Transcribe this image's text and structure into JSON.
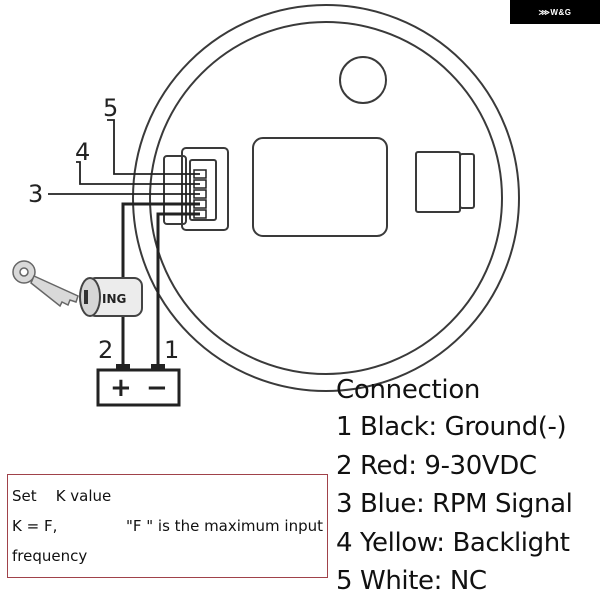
{
  "brand": {
    "label": "W&G"
  },
  "diagram": {
    "wire_numbers": [
      "5",
      "4",
      "3",
      "2",
      "1"
    ],
    "ignition_label": "ING",
    "battery_plus": "+",
    "battery_minus": "−"
  },
  "connection": {
    "title": "Connection",
    "items": [
      "1 Black: Ground(-)",
      "2 Red: 9-30VDC",
      "3 Blue: RPM Signal",
      "4 Yellow: Backlight",
      "5 White: NC"
    ]
  },
  "k_value": {
    "line1": "Set    K value",
    "line2_left": "K = F,",
    "line2_right": "\"F \" is the maximum input",
    "line3": "frequency"
  },
  "colors": {
    "outline": "#222222",
    "box_border": "#a0424a",
    "brand_bg": "#000000"
  }
}
